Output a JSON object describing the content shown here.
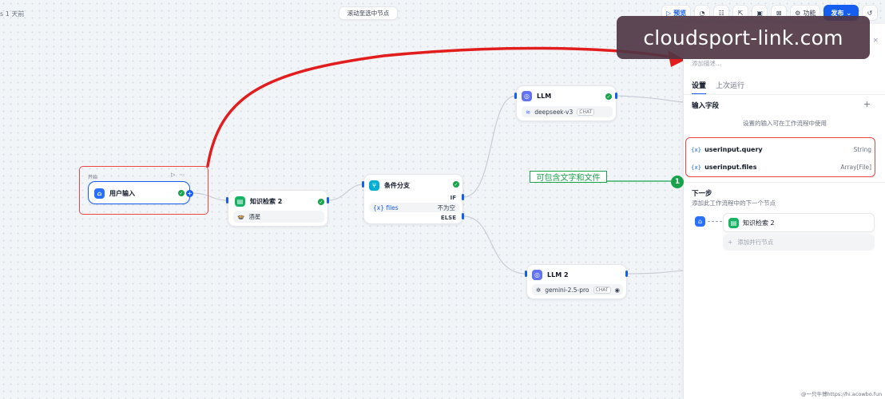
{
  "topbar": {
    "edited_text": "s 1 天前",
    "scroll_to_selected": "滚动至选中节点",
    "preview_label": "预览",
    "features_label": "功能",
    "publish_label": "发布"
  },
  "watermark": {
    "text": "cloudsport-link.com"
  },
  "canvas": {
    "start_node": {
      "badge": "开始",
      "title": "用户输入"
    },
    "kb_node": {
      "title": "知识检索 2",
      "body": "酒星"
    },
    "branch_node": {
      "title": "条件分支",
      "if_label": "IF",
      "else_label": "ELSE",
      "var_name": "{x} files",
      "condition": "不为空"
    },
    "llm_node": {
      "title": "LLM",
      "model": "deepseek-v3",
      "mode": "CHAT"
    },
    "llm2_node": {
      "title": "LLM 2",
      "model": "gemini-2.5-pro",
      "mode": "CHAT"
    },
    "annotation": "可包含文字和文件",
    "step_number": "1"
  },
  "panel": {
    "description_placeholder": "添加描述...",
    "tabs": [
      {
        "label": "设置",
        "active": true
      },
      {
        "label": "上次运行",
        "active": false
      }
    ],
    "input_fields": {
      "title": "输入字段",
      "hint": "设置的输入可在工作流程中使用",
      "fields": [
        {
          "name": "userinput.query",
          "type": "String"
        },
        {
          "name": "userinput.files",
          "type": "Array[File]"
        }
      ]
    },
    "next_step": {
      "title": "下一步",
      "hint": "添加此工作流程中的下一个节点",
      "node_label": "知识检索 2",
      "add_parallel": "添加并行节点"
    }
  },
  "footer_credit": "@一只牛博https://hi.acowbo.fun",
  "colors": {
    "accent": "#155eef",
    "success": "#16a34a",
    "highlight": "#ef4444"
  }
}
